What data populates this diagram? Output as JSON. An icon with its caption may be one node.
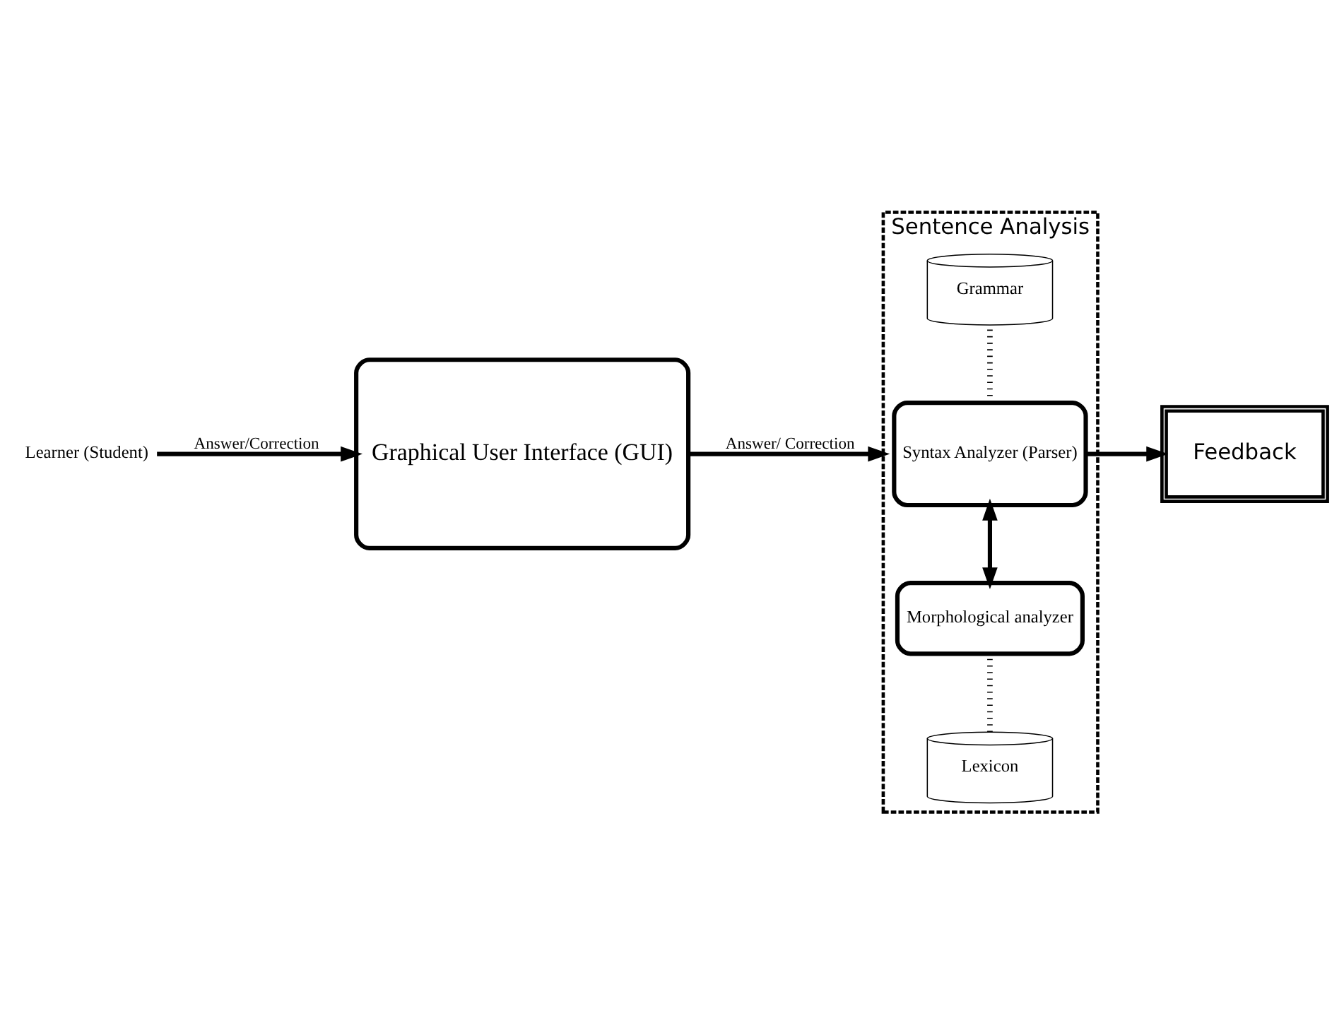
{
  "diagram": {
    "nodes": [
      {
        "text": [
          "Learner (Student)"
        ]
      },
      {
        "text": [
          "Graphical User Interface (GUI)"
        ]
      },
      {
        "text": [
          "Sentence Analysis"
        ]
      },
      {
        "text": [
          "Lexicon"
        ],
        "in": 2
      },
      {
        "text": [
          "Morphological analyzer"
        ],
        "in": 2
      },
      {
        "text": [
          "Syntax Analyzer (Parser)"
        ],
        "in": 2
      },
      {
        "text": [
          "Grammar"
        ],
        "in": 2
      },
      {
        "text": [
          "Feedback"
        ]
      }
    ],
    "edges": [
      {
        "from": 0,
        "to": 1,
        "arrow": "to",
        "label": "Answer/Correction"
      },
      {
        "from": 1,
        "to": 2,
        "arrow": "to",
        "label": "Answer/ Correction"
      },
      {
        "from": 3,
        "to": 4,
        "arrow": "none",
        "style": "dashed"
      },
      {
        "from": 4,
        "to": 5,
        "arrow": "both"
      },
      {
        "from": 5,
        "to": 6,
        "arrow": "none",
        "style": "dashed"
      },
      {
        "from": 5,
        "to": 7,
        "arrow": "to"
      }
    ]
  }
}
